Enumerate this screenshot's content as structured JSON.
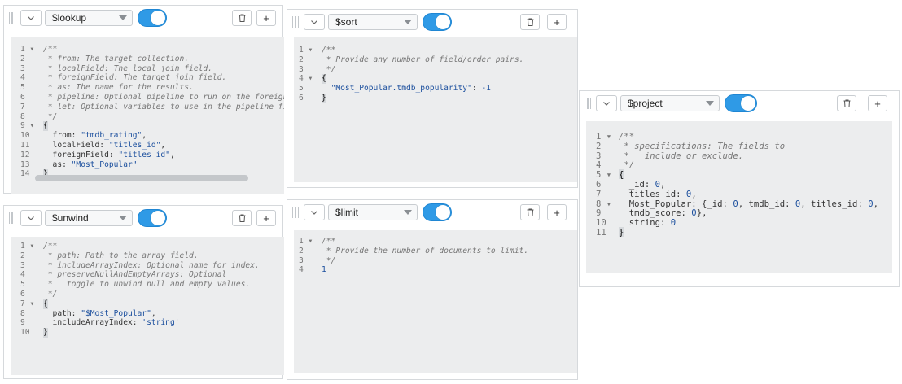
{
  "stages": {
    "lookup": {
      "operator": "$lookup",
      "lines": [
        {
          "n": "1",
          "fold": true,
          "parts": [
            {
              "t": "/**",
              "c": "cmt"
            }
          ]
        },
        {
          "n": "2",
          "parts": [
            {
              "t": " * from: The target collection.",
              "c": "cmt"
            }
          ]
        },
        {
          "n": "3",
          "parts": [
            {
              "t": " * localField: The local join field.",
              "c": "cmt"
            }
          ]
        },
        {
          "n": "4",
          "parts": [
            {
              "t": " * foreignField: The target join field.",
              "c": "cmt"
            }
          ]
        },
        {
          "n": "5",
          "parts": [
            {
              "t": " * as: The name for the results.",
              "c": "cmt"
            }
          ]
        },
        {
          "n": "6",
          "parts": [
            {
              "t": " * pipeline: Optional pipeline to run on the foreign co",
              "c": "cmt"
            }
          ]
        },
        {
          "n": "7",
          "parts": [
            {
              "t": " * let: Optional variables to use in the pipeline field",
              "c": "cmt"
            }
          ]
        },
        {
          "n": "8",
          "parts": [
            {
              "t": " */",
              "c": "cmt"
            }
          ]
        },
        {
          "n": "9",
          "fold": true,
          "parts": [
            {
              "t": "{",
              "c": "bracket"
            }
          ]
        },
        {
          "n": "10",
          "parts": [
            {
              "t": "  from: ",
              "c": "code"
            },
            {
              "t": "\"tmdb_rating\"",
              "c": "str"
            },
            {
              "t": ",",
              "c": "code"
            }
          ]
        },
        {
          "n": "11",
          "parts": [
            {
              "t": "  localField: ",
              "c": "code"
            },
            {
              "t": "\"titles_id\"",
              "c": "str"
            },
            {
              "t": ",",
              "c": "code"
            }
          ]
        },
        {
          "n": "12",
          "parts": [
            {
              "t": "  foreignField: ",
              "c": "code"
            },
            {
              "t": "\"titles_id\"",
              "c": "str"
            },
            {
              "t": ",",
              "c": "code"
            }
          ]
        },
        {
          "n": "13",
          "parts": [
            {
              "t": "  as: ",
              "c": "code"
            },
            {
              "t": "\"Most_Popular\"",
              "c": "str"
            }
          ]
        },
        {
          "n": "14",
          "parts": [
            {
              "t": "}",
              "c": "bracket"
            }
          ]
        }
      ]
    },
    "sort": {
      "operator": "$sort",
      "lines": [
        {
          "n": "1",
          "fold": true,
          "parts": [
            {
              "t": "/**",
              "c": "cmt"
            }
          ]
        },
        {
          "n": "2",
          "parts": [
            {
              "t": " * Provide any number of field/order pairs.",
              "c": "cmt"
            }
          ]
        },
        {
          "n": "3",
          "parts": [
            {
              "t": " */",
              "c": "cmt"
            }
          ]
        },
        {
          "n": "4",
          "fold": true,
          "parts": [
            {
              "t": "{",
              "c": "bracket"
            }
          ]
        },
        {
          "n": "5",
          "parts": [
            {
              "t": "  ",
              "c": "code"
            },
            {
              "t": "\"Most_Popular.tmdb_popularity\"",
              "c": "str"
            },
            {
              "t": ": ",
              "c": "code"
            },
            {
              "t": "-1",
              "c": "num"
            }
          ]
        },
        {
          "n": "6",
          "parts": [
            {
              "t": "}",
              "c": "bracket"
            }
          ]
        }
      ]
    },
    "project": {
      "operator": "$project",
      "lines": [
        {
          "n": "1",
          "fold": true,
          "parts": [
            {
              "t": "/**",
              "c": "cmt"
            }
          ]
        },
        {
          "n": "2",
          "parts": [
            {
              "t": " * specifications: The fields to",
              "c": "cmt"
            }
          ]
        },
        {
          "n": "3",
          "parts": [
            {
              "t": " *   include or exclude.",
              "c": "cmt"
            }
          ]
        },
        {
          "n": "4",
          "parts": [
            {
              "t": " */",
              "c": "cmt"
            }
          ]
        },
        {
          "n": "5",
          "fold": true,
          "parts": [
            {
              "t": "{",
              "c": "bracket"
            }
          ]
        },
        {
          "n": "6",
          "parts": [
            {
              "t": "  _id: ",
              "c": "code"
            },
            {
              "t": "0",
              "c": "num"
            },
            {
              "t": ",",
              "c": "code"
            }
          ]
        },
        {
          "n": "7",
          "parts": [
            {
              "t": "  titles_id: ",
              "c": "code"
            },
            {
              "t": "0",
              "c": "num"
            },
            {
              "t": ",",
              "c": "code"
            }
          ]
        },
        {
          "n": "8",
          "fold": true,
          "parts": [
            {
              "t": "  Most_Popular: {_id: ",
              "c": "code"
            },
            {
              "t": "0",
              "c": "num"
            },
            {
              "t": ", tmdb_id: ",
              "c": "code"
            },
            {
              "t": "0",
              "c": "num"
            },
            {
              "t": ", titles_id: ",
              "c": "code"
            },
            {
              "t": "0",
              "c": "num"
            },
            {
              "t": ",",
              "c": "code"
            }
          ]
        },
        {
          "n": "9",
          "parts": [
            {
              "t": "  tmdb_score: ",
              "c": "code"
            },
            {
              "t": "0",
              "c": "num"
            },
            {
              "t": "},",
              "c": "code"
            }
          ]
        },
        {
          "n": "10",
          "parts": [
            {
              "t": "  string: ",
              "c": "code"
            },
            {
              "t": "0",
              "c": "num"
            }
          ]
        },
        {
          "n": "11",
          "parts": [
            {
              "t": "}",
              "c": "bracket"
            }
          ]
        }
      ]
    },
    "unwind": {
      "operator": "$unwind",
      "lines": [
        {
          "n": "1",
          "fold": true,
          "parts": [
            {
              "t": "/**",
              "c": "cmt"
            }
          ]
        },
        {
          "n": "2",
          "parts": [
            {
              "t": " * path: Path to the array field.",
              "c": "cmt"
            }
          ]
        },
        {
          "n": "3",
          "parts": [
            {
              "t": " * includeArrayIndex: Optional name for index.",
              "c": "cmt"
            }
          ]
        },
        {
          "n": "4",
          "parts": [
            {
              "t": " * preserveNullAndEmptyArrays: Optional",
              "c": "cmt"
            }
          ]
        },
        {
          "n": "5",
          "parts": [
            {
              "t": " *   toggle to unwind null and empty values.",
              "c": "cmt"
            }
          ]
        },
        {
          "n": "6",
          "parts": [
            {
              "t": " */",
              "c": "cmt"
            }
          ]
        },
        {
          "n": "7",
          "fold": true,
          "parts": [
            {
              "t": "{",
              "c": "bracket"
            }
          ]
        },
        {
          "n": "8",
          "parts": [
            {
              "t": "  path: ",
              "c": "code"
            },
            {
              "t": "\"$Most_Popular\"",
              "c": "str"
            },
            {
              "t": ",",
              "c": "code"
            }
          ]
        },
        {
          "n": "9",
          "parts": [
            {
              "t": "  includeArrayIndex: ",
              "c": "code"
            },
            {
              "t": "'string'",
              "c": "str"
            }
          ]
        },
        {
          "n": "10",
          "parts": [
            {
              "t": "}",
              "c": "bracket"
            }
          ]
        }
      ]
    },
    "limit": {
      "operator": "$limit",
      "lines": [
        {
          "n": "1",
          "fold": true,
          "parts": [
            {
              "t": "/**",
              "c": "cmt"
            }
          ]
        },
        {
          "n": "2",
          "parts": [
            {
              "t": " * Provide the number of documents to limit.",
              "c": "cmt"
            }
          ]
        },
        {
          "n": "3",
          "parts": [
            {
              "t": " */",
              "c": "cmt"
            }
          ]
        },
        {
          "n": "4",
          "parts": [
            {
              "t": "1",
              "c": "num"
            }
          ]
        }
      ]
    }
  },
  "icons": {
    "collapse": "chevron-down-icon",
    "delete": "trash-icon",
    "add": "plus-icon",
    "drag": "drag-handle-icon"
  },
  "add_label": "+",
  "colors": {
    "toggle_on": "#2f9ae6",
    "editor_bg": "#ecedee",
    "string": "#1a4e9d",
    "comment": "#777777"
  }
}
